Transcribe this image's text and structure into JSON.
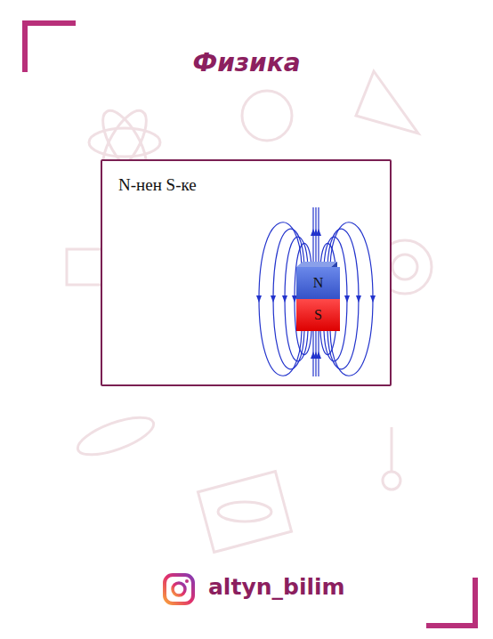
{
  "diagram": {
    "title": "Физика",
    "nodes": [
      {
        "text": [
          "N-нен S-ке"
        ]
      },
      {
        "text": [
          "N"
        ],
        "in": 0
      },
      {
        "text": [
          "S"
        ],
        "in": 0
      }
    ],
    "labels": [
      "altyn_bilim"
    ]
  }
}
